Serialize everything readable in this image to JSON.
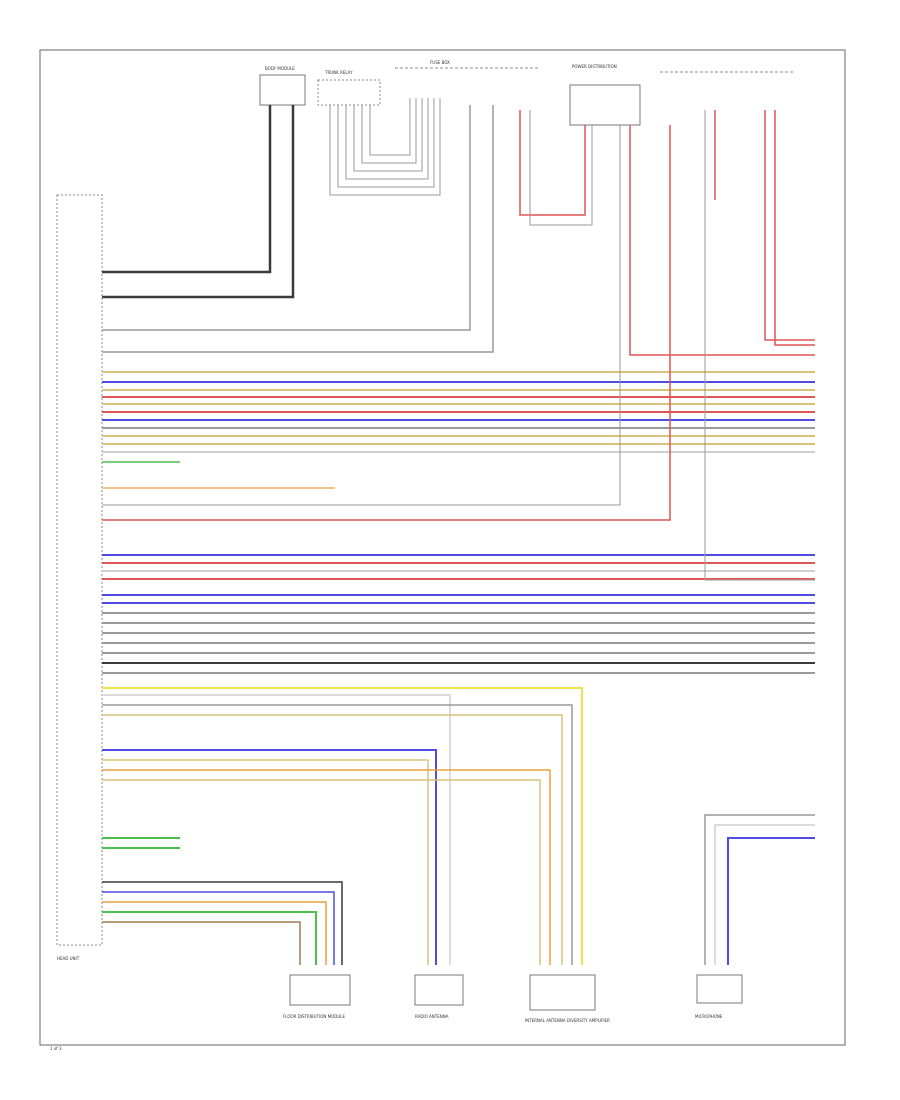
{
  "labels": {
    "main_unit": "HEAD UNIT",
    "page_ref": "1 of 3",
    "bottom_left": "FLOOR DISTRIBUTION MODULE",
    "bottom_center": "RADIO ANTENNA",
    "bottom_right_center": "INTERNAL ANTENNA DIVERSITY AMPLIFIER",
    "bottom_right": "MICROPHONE",
    "top_left": "BODY MODULE",
    "top_center": "TRUNK RELAY",
    "top_fuse": "FUSE BOX",
    "top_right": "POWER DISTRIBUTION"
  },
  "wire_colors": {
    "black": "#3a3a3a",
    "gray": "#9a9a9a",
    "red": "#e05555",
    "blue": "#4d4de0",
    "tan": "#d9c27a",
    "yellow": "#f2e24a",
    "orange": "#e8a040",
    "green": "#4bbf4b",
    "brown": "#a07a50",
    "white": "#cfcfcf"
  }
}
